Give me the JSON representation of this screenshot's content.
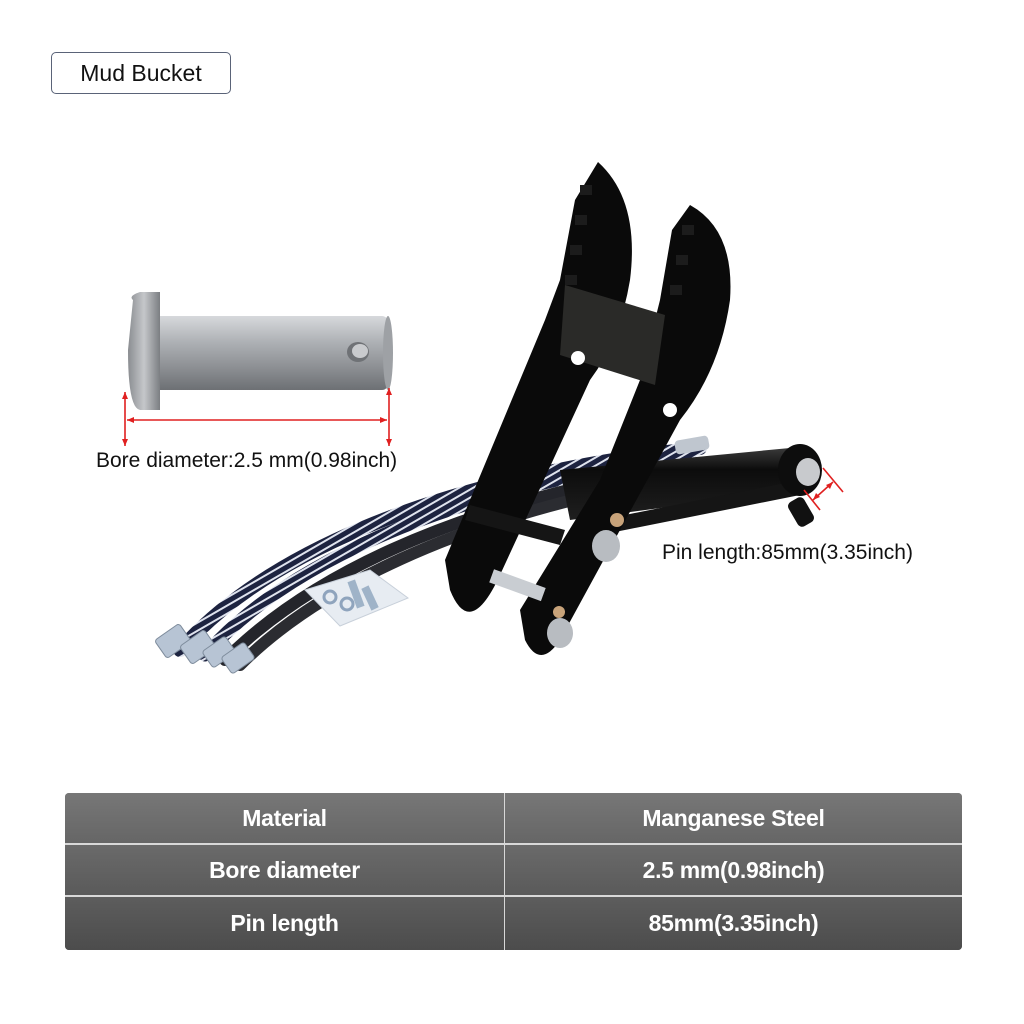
{
  "header": {
    "title": "Mud Bucket"
  },
  "annotations": {
    "bore_label": "Bore diameter:2.5 mm(0.98inch)",
    "pin_label": "Pin length:85mm(3.35inch)",
    "arrow_color": "#e02020"
  },
  "product_image": {
    "description": "Excavator thumb attachment with hydraulic cylinder, hoses, hardware bag and clevis pin",
    "parts": [
      "clevis-pin",
      "thumb-frame",
      "hydraulic-cylinder",
      "hydraulic-hoses",
      "hardware-bag"
    ]
  },
  "spec_table": {
    "rows": [
      {
        "key": "Material",
        "value": "Manganese Steel"
      },
      {
        "key": "Bore diameter",
        "value": "2.5 mm(0.98inch)"
      },
      {
        "key": "Pin length",
        "value": "85mm(3.35inch)"
      }
    ]
  }
}
